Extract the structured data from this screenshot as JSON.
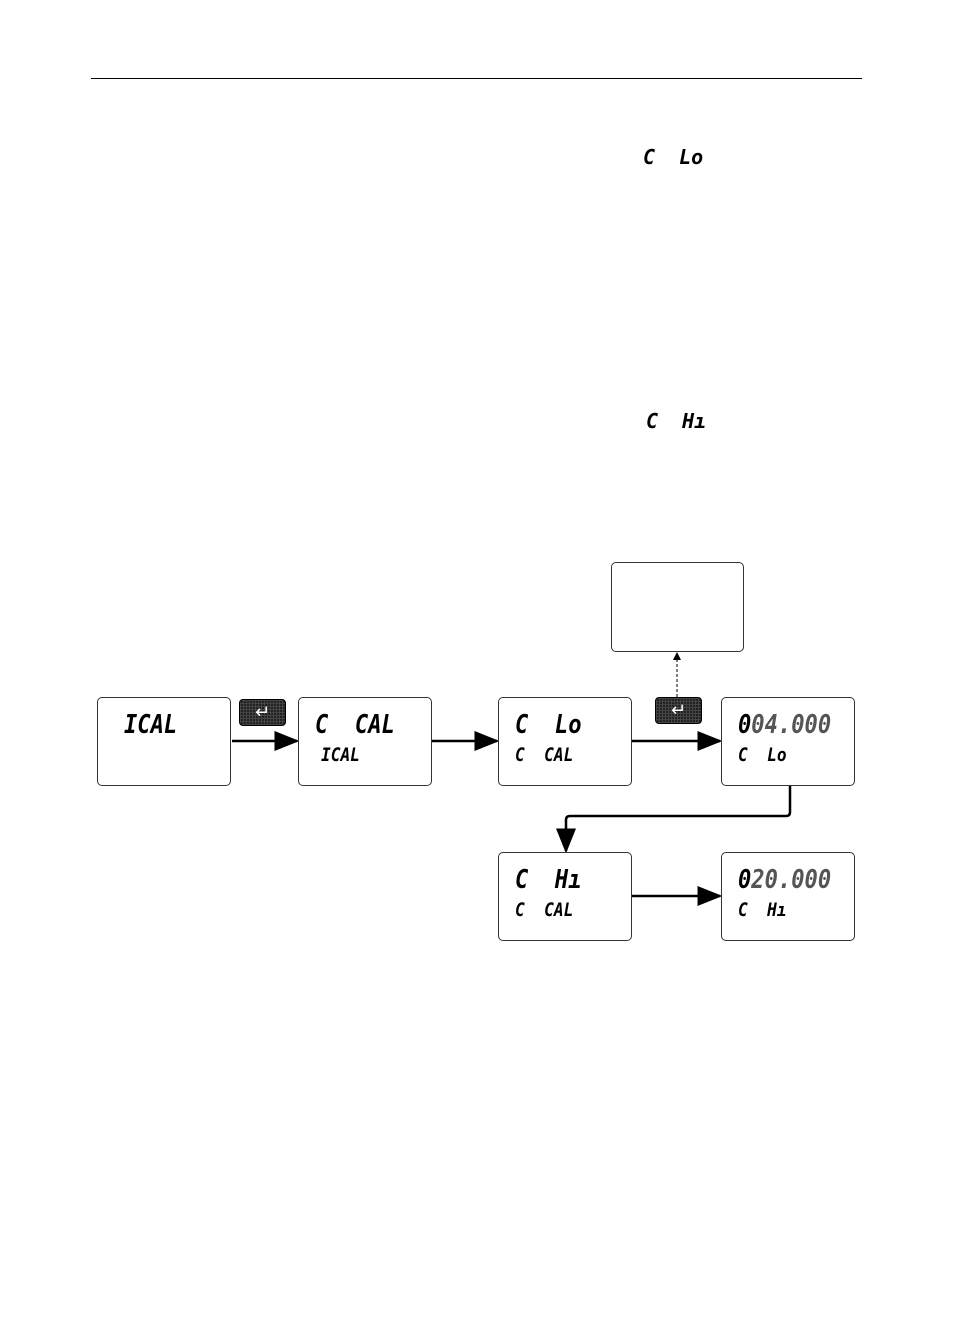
{
  "text_refs": {
    "c_lo": "C  Lo",
    "c_hi": "C  Hı"
  },
  "diagram": {
    "box1": {
      "top": "ICAL",
      "bottom": ""
    },
    "box2": {
      "top": "C  CAL",
      "bottom": "ICAL"
    },
    "box3": {
      "top": "C  Lo",
      "bottom": "C  CAL"
    },
    "box4": {
      "top_active": "0",
      "top_rest": "04.000",
      "bottom": "C  Lo"
    },
    "box5": {
      "top": "C  Hı",
      "bottom": "C  CAL"
    },
    "box6": {
      "top_active": "0",
      "top_rest": "20.000",
      "bottom": "C  Hı"
    },
    "enter_icon": "enter-key-icon",
    "enter_glyph": "↵"
  }
}
